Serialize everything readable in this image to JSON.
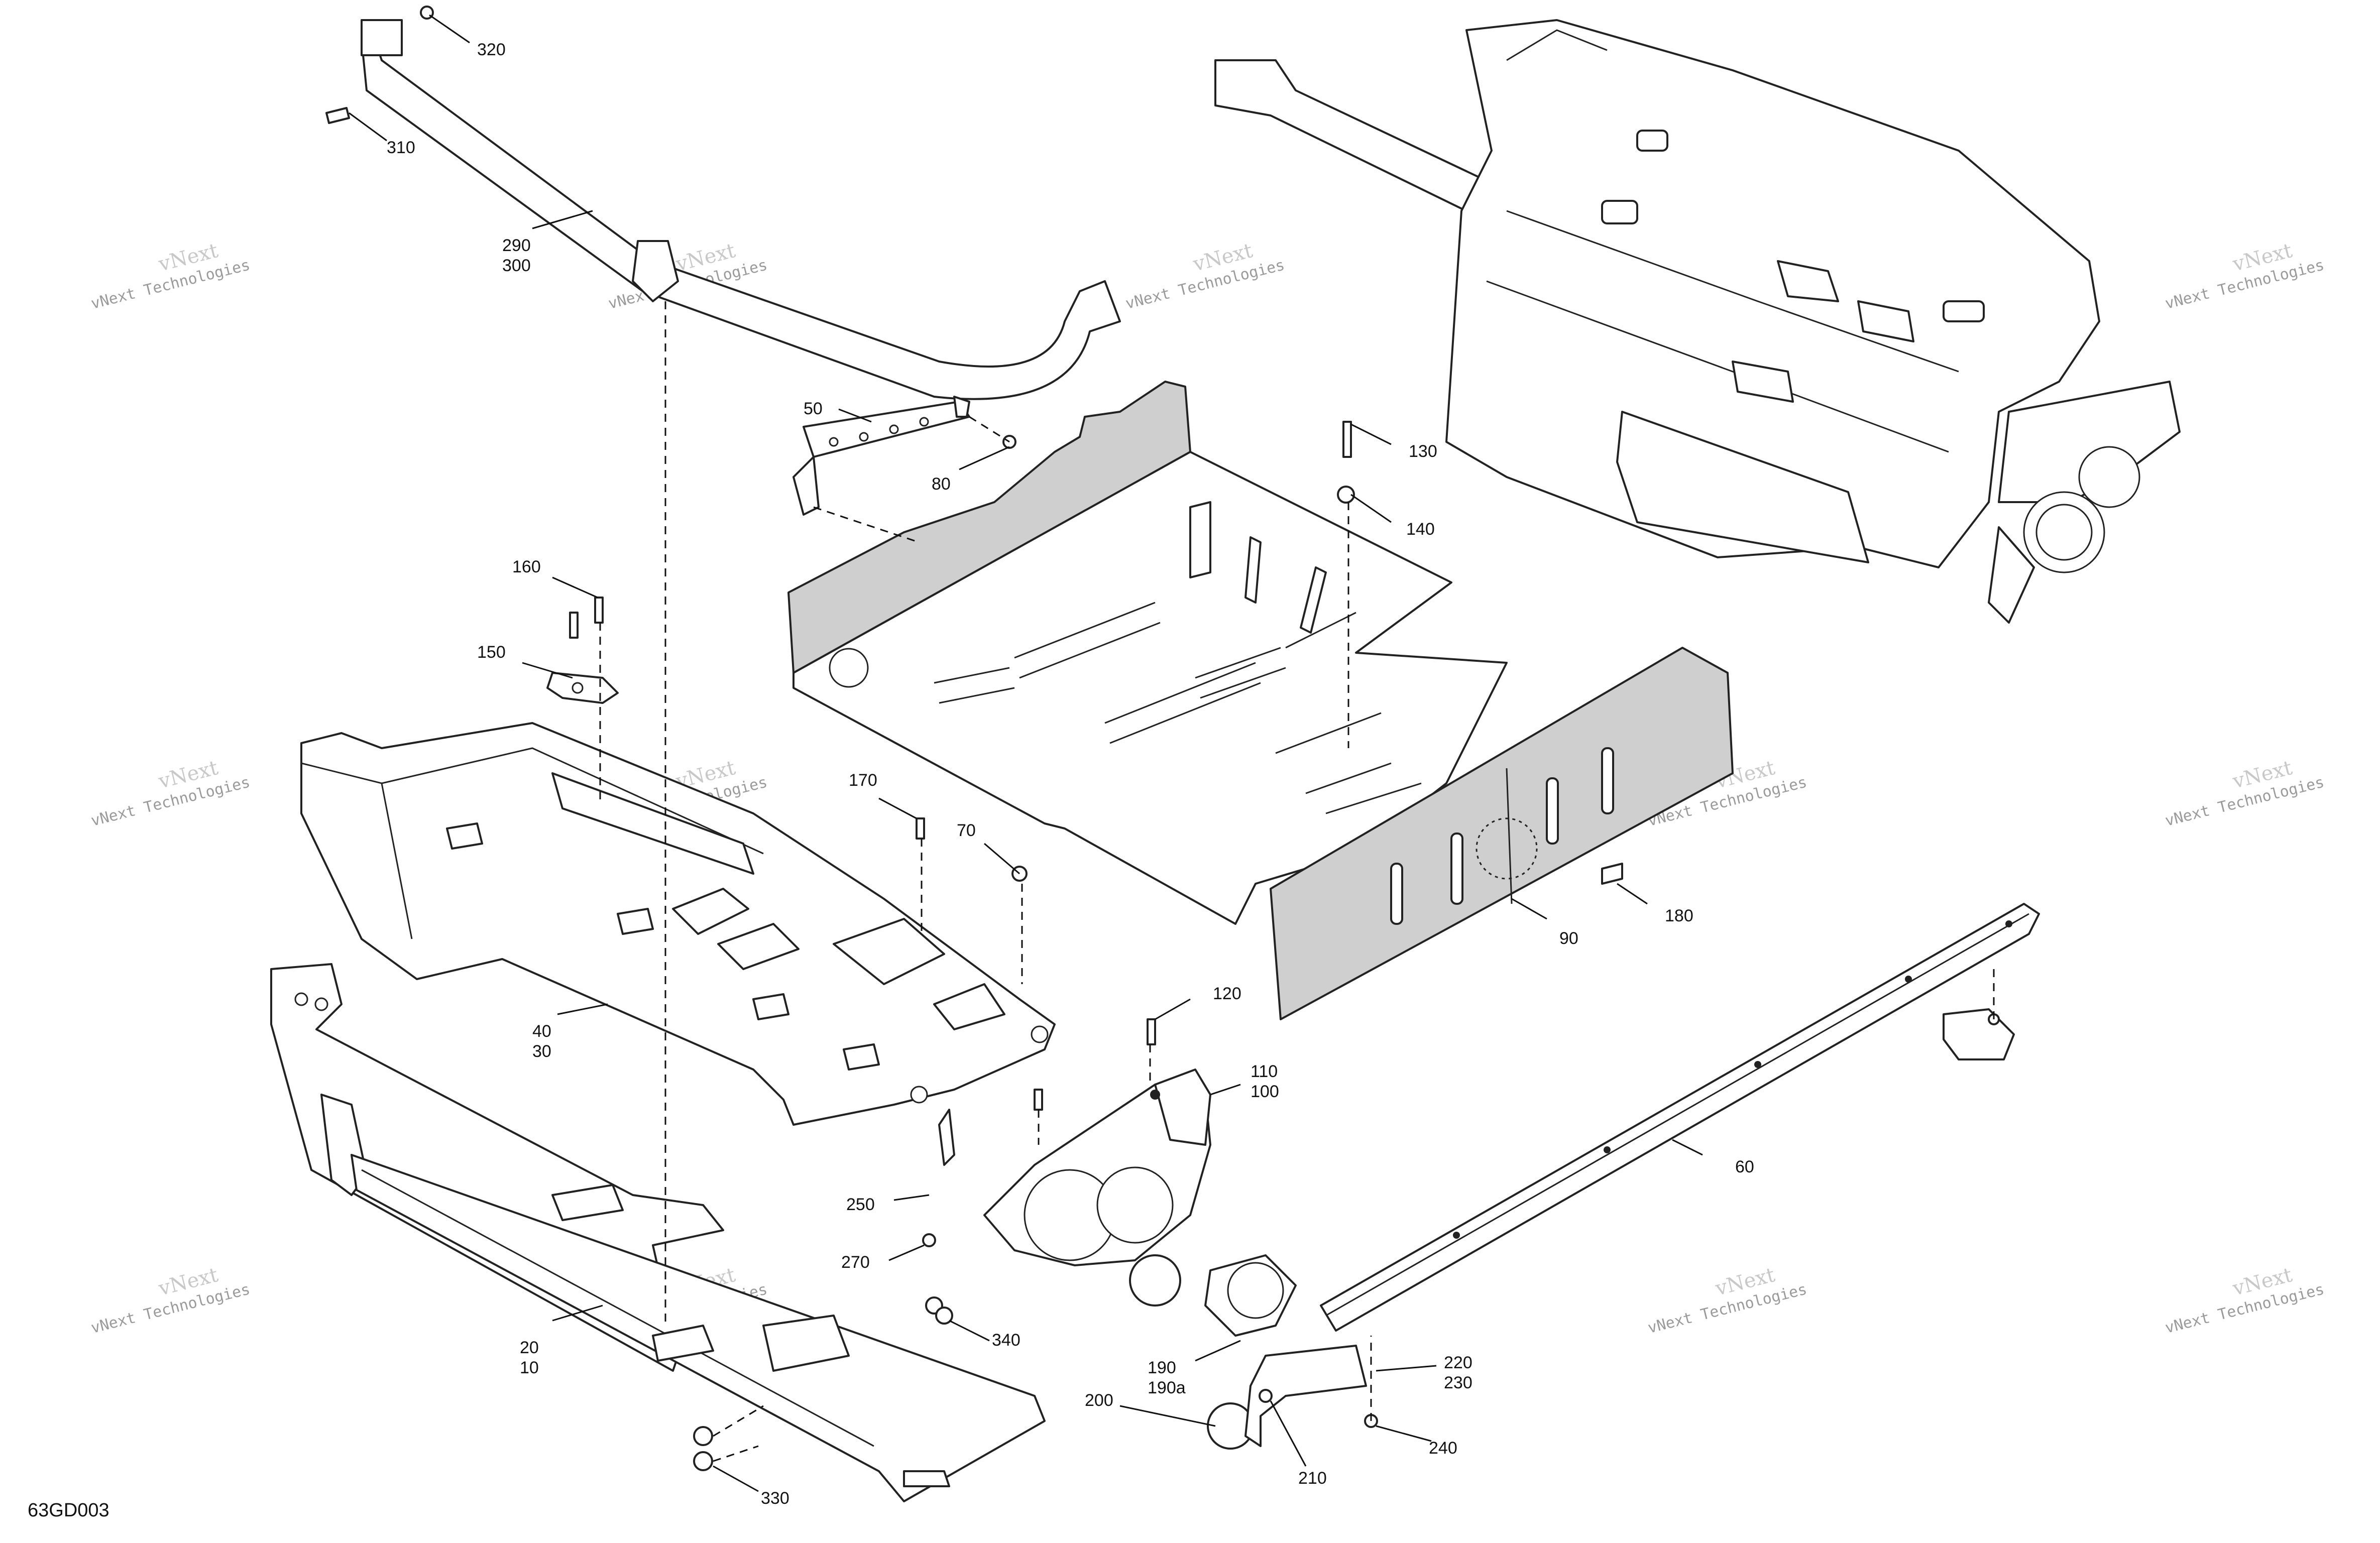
{
  "diagram_code": "63GD003",
  "watermark": {
    "brand": "vNext",
    "company": "vNext Technologies"
  },
  "callouts": {
    "c320": "320",
    "c310": "310",
    "c290": "290",
    "c300": "300",
    "c50": "50",
    "c80": "80",
    "c130": "130",
    "c140": "140",
    "c160": "160",
    "c150": "150",
    "c170": "170",
    "c70": "70",
    "c40": "40",
    "c30": "30",
    "c90": "90",
    "c180": "180",
    "c120": "120",
    "c110": "110",
    "c100": "100",
    "c60": "60",
    "c250": "250",
    "c270": "270",
    "c340": "340",
    "c20": "20",
    "c10": "10",
    "c190": "190",
    "c190a": "190a",
    "c200": "200",
    "c210": "210",
    "c220": "220",
    "c230": "230",
    "c240": "240",
    "c330": "330"
  },
  "colors": {
    "line": "#222222",
    "panel_fill": "#cfcfcf",
    "watermark": "#c8c8c8"
  }
}
